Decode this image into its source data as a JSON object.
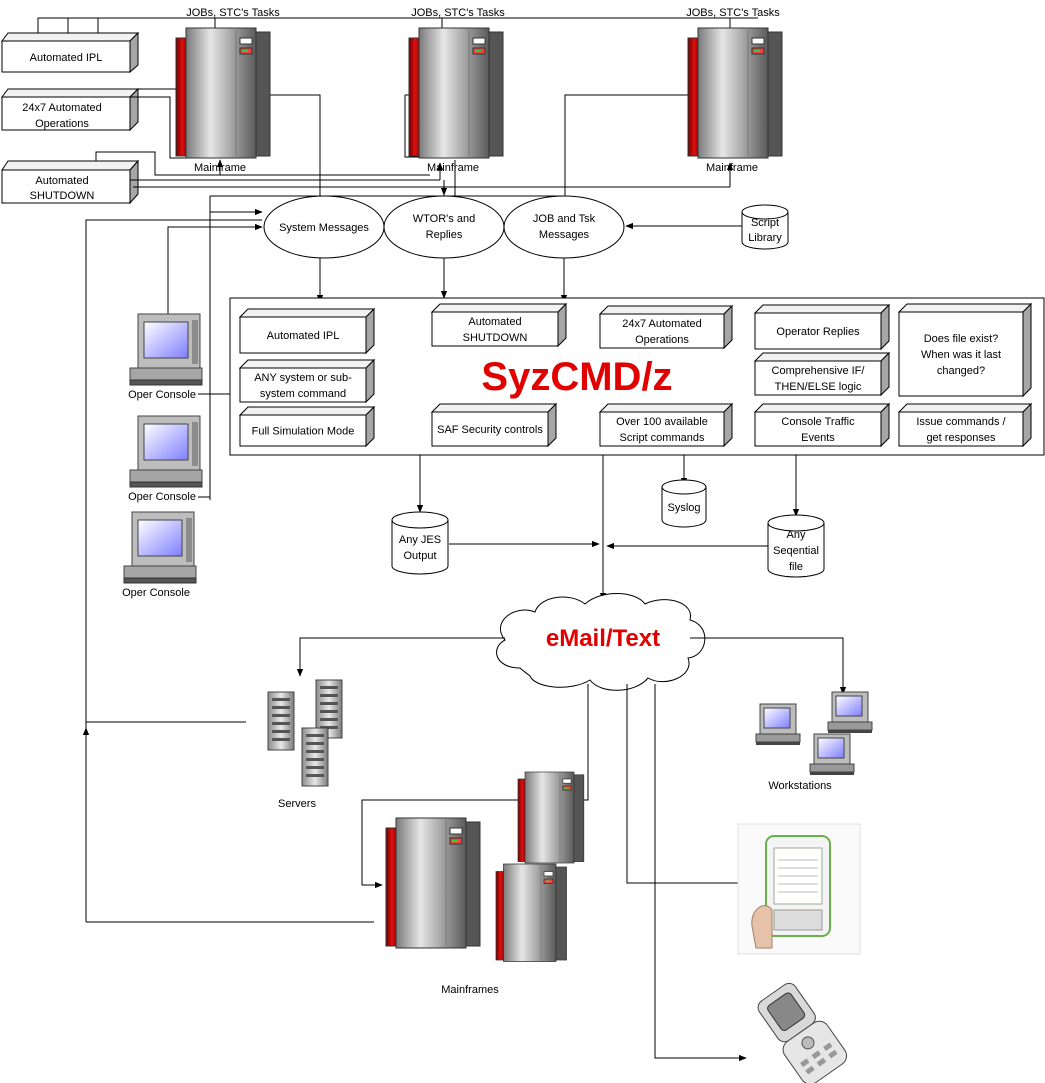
{
  "top": {
    "jobs_label": "JOBs, STC's Tasks",
    "mainframe_label": "Mainframe"
  },
  "left_boxes": {
    "ipl": "Automated IPL",
    "ops": [
      "24x7 Automated",
      "Operations"
    ],
    "shutdown": [
      "Automated",
      "SHUTDOWN"
    ]
  },
  "messages": {
    "system": "System Messages",
    "wtor": [
      "WTOR's and",
      "Replies"
    ],
    "job": [
      "JOB and Tsk",
      "Messages"
    ],
    "script_library": [
      "Script",
      "Library"
    ]
  },
  "syzcmd": {
    "title": "SyzCMD/z",
    "features": {
      "automated_ipl": [
        "Automated IPL"
      ],
      "any_command": [
        "ANY system or sub-",
        "system command"
      ],
      "full_simulation": [
        "Full Simulation Mode"
      ],
      "automated_shutdown": [
        "Automated",
        "SHUTDOWN"
      ],
      "saf_security": [
        "SAF Security controls"
      ],
      "ops_24x7": [
        "24x7 Automated",
        "Operations"
      ],
      "over_100": [
        "Over 100 available",
        "Script commands"
      ],
      "operator_replies": [
        "Operator Replies"
      ],
      "if_then_else": [
        "Comprehensive IF/",
        "THEN/ELSE logic"
      ],
      "console_traffic": [
        "Console Traffic",
        "Events"
      ],
      "file_exist": [
        "Does file exist?",
        "When was it last",
        "changed?"
      ],
      "issue_commands": [
        "Issue commands /",
        "get responses"
      ]
    }
  },
  "consoles": {
    "label": "Oper Console"
  },
  "outputs": {
    "syslog": [
      "Syslog"
    ],
    "jes": [
      "Any JES",
      "Output"
    ],
    "seq": [
      "Any",
      "Seqential",
      "file"
    ]
  },
  "email": "eMail/Text",
  "destinations": {
    "servers": "Servers",
    "workstations": "Workstations",
    "mainframes": "Mainframes"
  }
}
